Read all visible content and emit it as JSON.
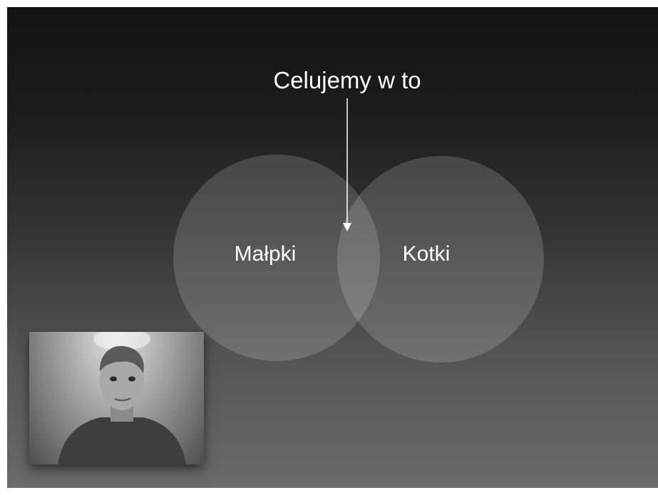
{
  "slide": {
    "annotation": "Celujemy w to",
    "left_circle_label": "Małpki",
    "right_circle_label": "Kotki"
  },
  "colors": {
    "circle_fill": "#ffffff",
    "text": "#ffffff",
    "background_top": "#131313",
    "background_bottom": "#6a6a6a"
  },
  "icons": {
    "video_tile": "presenter-webcam-thumbnail",
    "arrow": "down-arrow"
  }
}
